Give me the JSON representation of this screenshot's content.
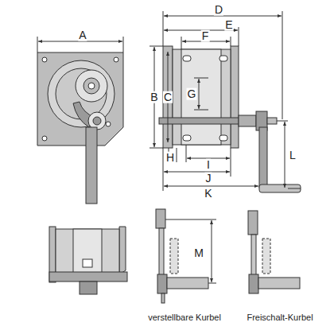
{
  "diagram": {
    "labels": [
      "A",
      "B",
      "C",
      "D",
      "E",
      "F",
      "G",
      "H",
      "I",
      "J",
      "K",
      "L",
      "M",
      "verstellbare Kurbel",
      "Freischalt-Kurbel"
    ]
  }
}
